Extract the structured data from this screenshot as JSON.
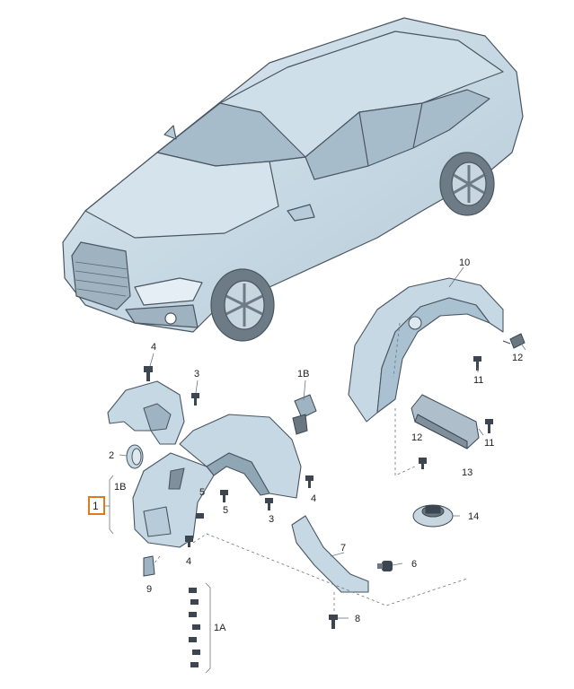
{
  "diagram": {
    "labels": {
      "p10": "10",
      "p12a": "12",
      "p11a": "11",
      "p12b": "12",
      "p11b": "11",
      "p13": "13",
      "p14": "14",
      "p4a": "4",
      "p3a": "3",
      "p1Ba": "1B",
      "p2": "2",
      "p1Bb": "1B",
      "p1": "1",
      "p5a": "5",
      "p5b": "5",
      "p4b": "4",
      "p3b": "3",
      "p4c": "4",
      "p7": "7",
      "p6": "6",
      "p9": "9",
      "p8": "8",
      "p1A": "1A"
    },
    "colors": {
      "body": "#c9dbe6",
      "bodyShade": "#a9c1d0",
      "dark": "#3b4650",
      "line": "#5a6570",
      "highlight": "#e07a1f"
    }
  }
}
